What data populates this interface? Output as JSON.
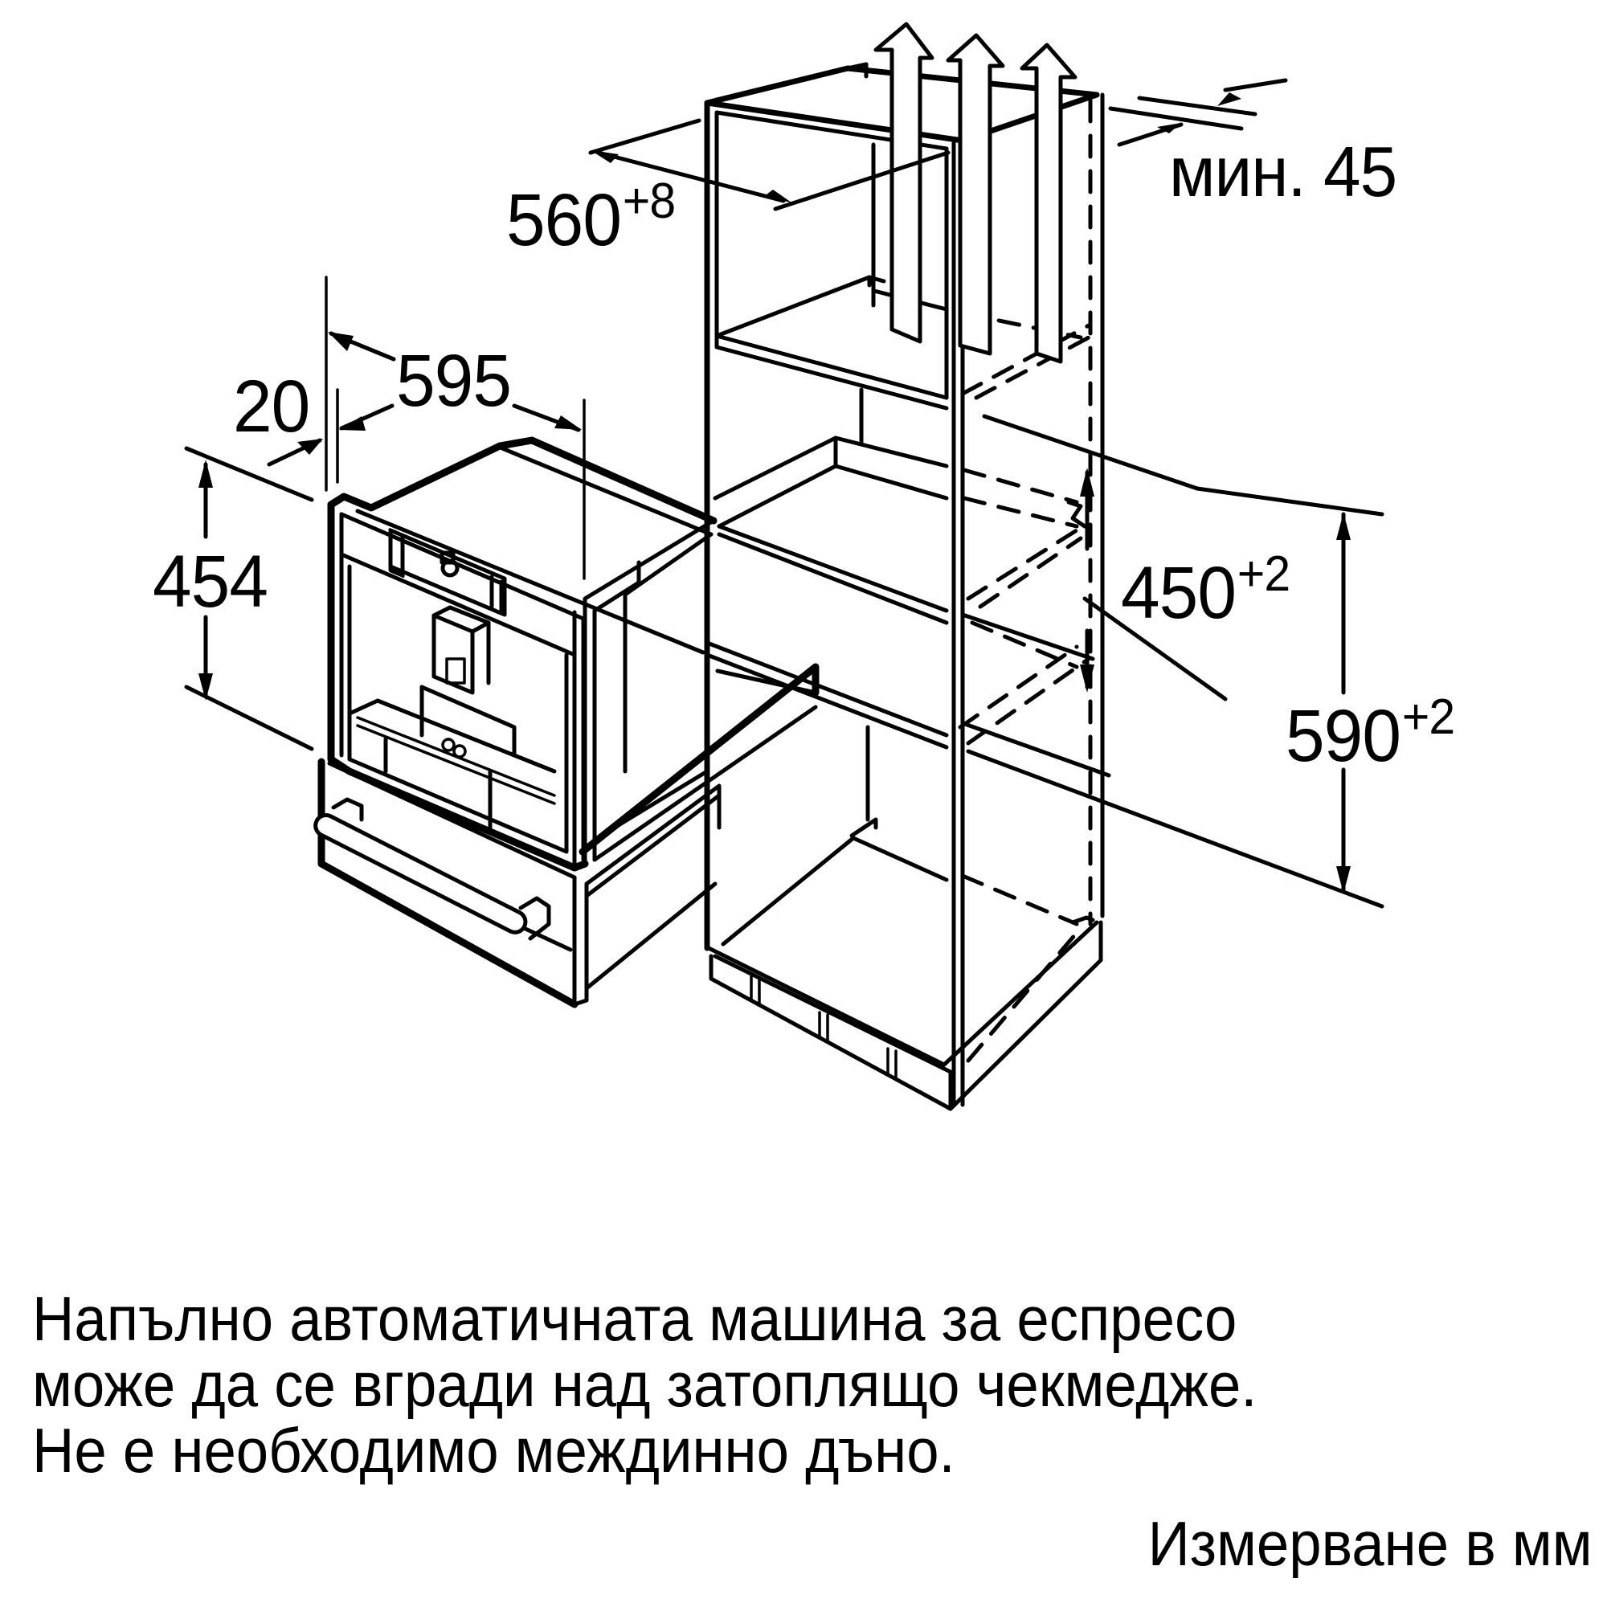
{
  "diagram": {
    "type": "installation-dimension-drawing",
    "subject": "built-in fully automatic espresso machine over warming drawer in tall cabinet",
    "dimensions": {
      "niche_depth": {
        "value": "560",
        "tolerance": "+8"
      },
      "ventilation_gap": {
        "label": "мин. 45"
      },
      "appliance_width": {
        "value": "595"
      },
      "front_offset": {
        "value": "20"
      },
      "appliance_height": {
        "value": "454"
      },
      "niche_height_upper": {
        "value": "450",
        "tolerance": "+2"
      },
      "niche_height_total": {
        "value": "590",
        "tolerance": "+2"
      }
    },
    "airflow_arrows": 3
  },
  "caption": {
    "lines": [
      "Напълно автоматичната машина за еспресо",
      "може да се вгради над затоплящо чекмедже.",
      "Не е необходимо междинно дъно."
    ]
  },
  "unit_note": "Измерване в мм"
}
